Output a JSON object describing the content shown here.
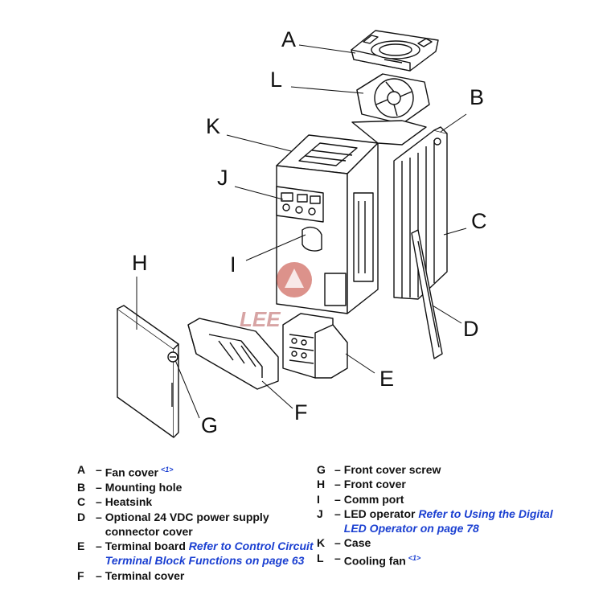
{
  "callouts": {
    "A": "A",
    "B": "B",
    "C": "C",
    "D": "D",
    "E": "E",
    "F": "F",
    "G": "G",
    "H": "H",
    "I": "I",
    "J": "J",
    "K": "K",
    "L": "L"
  },
  "watermark": {
    "text": "LEE"
  },
  "legend": {
    "left": [
      {
        "key": "A",
        "dash": "–",
        "label": "Fan cover",
        "ref": "",
        "sup": "<1>"
      },
      {
        "key": "B",
        "dash": "–",
        "label": "Mounting hole",
        "ref": "",
        "sup": ""
      },
      {
        "key": "C",
        "dash": "–",
        "label": "Heatsink",
        "ref": "",
        "sup": ""
      },
      {
        "key": "D",
        "dash": "–",
        "label": "Optional 24 VDC power supply connector cover",
        "ref": "",
        "sup": ""
      },
      {
        "key": "E",
        "dash": "–",
        "label": "Terminal board ",
        "ref": "Refer to Control Circuit Terminal Block Functions on page 63",
        "sup": ""
      },
      {
        "key": "F",
        "dash": "–",
        "label": "Terminal cover",
        "ref": "",
        "sup": ""
      }
    ],
    "right": [
      {
        "key": "G",
        "dash": "–",
        "label": "Front cover screw",
        "ref": "",
        "sup": ""
      },
      {
        "key": "H",
        "dash": "–",
        "label": "Front cover",
        "ref": "",
        "sup": ""
      },
      {
        "key": "I",
        "dash": "–",
        "label": " Comm port",
        "ref": "",
        "sup": ""
      },
      {
        "key": "J",
        "dash": "–",
        "label": "LED operator ",
        "ref": "Refer to Using the Digital LED Operator on page 78",
        "sup": ""
      },
      {
        "key": "K",
        "dash": "–",
        "label": "Case",
        "ref": "",
        "sup": ""
      },
      {
        "key": "L",
        "dash": "–",
        "label": "Cooling fan",
        "ref": "",
        "sup": "<1>"
      }
    ]
  },
  "colors": {
    "ink": "#111111",
    "reference_link": "#1a3fd1",
    "watermark": "#c0392b"
  }
}
